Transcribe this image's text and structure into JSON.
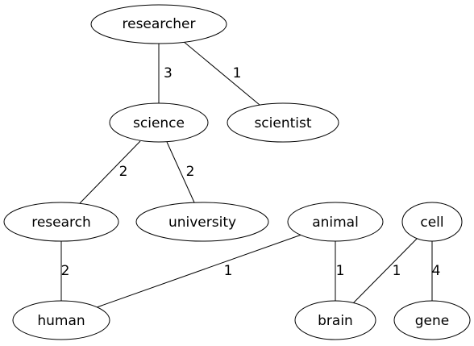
{
  "nodes": {
    "researcher": "researcher",
    "science": "science",
    "scientist": "scientist",
    "research": "research",
    "university": "university",
    "animal": "animal",
    "cell": "cell",
    "human": "human",
    "brain": "brain",
    "gene": "gene"
  },
  "edges": [
    {
      "from": "researcher",
      "to": "science",
      "weight": "3"
    },
    {
      "from": "researcher",
      "to": "scientist",
      "weight": "1"
    },
    {
      "from": "science",
      "to": "research",
      "weight": "2"
    },
    {
      "from": "science",
      "to": "university",
      "weight": "2"
    },
    {
      "from": "research",
      "to": "human",
      "weight": "2"
    },
    {
      "from": "animal",
      "to": "human",
      "weight": "1"
    },
    {
      "from": "animal",
      "to": "brain",
      "weight": "1"
    },
    {
      "from": "cell",
      "to": "brain",
      "weight": "1"
    },
    {
      "from": "cell",
      "to": "gene",
      "weight": "4"
    }
  ]
}
